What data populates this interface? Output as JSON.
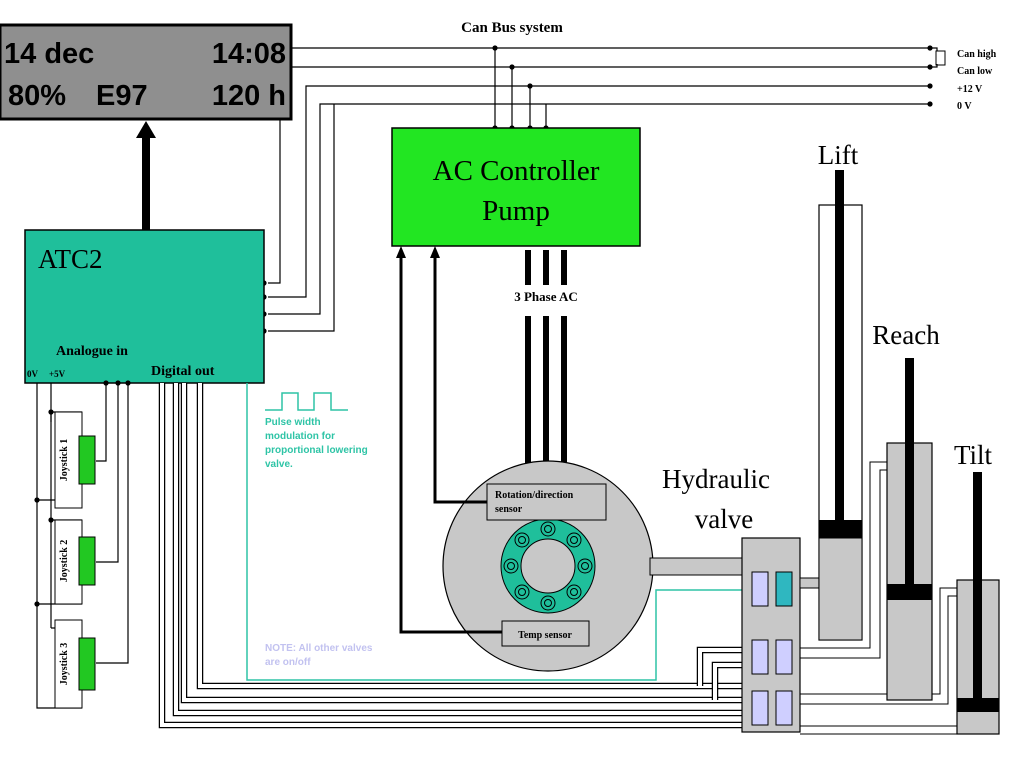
{
  "diagram": {
    "title": "Can Bus system",
    "display": {
      "date": "14 dec",
      "time": "14:08",
      "charge": "80%",
      "code": "E97",
      "hours": "120 h"
    },
    "bus_lines": [
      "Can high",
      "Can low",
      "+12 V",
      "0 V"
    ],
    "atc2": {
      "label": "ATC2",
      "analogue_in": "Analogue in",
      "digital_out": "Digital out",
      "zero_v": "0V",
      "plus_5v": "+5V"
    },
    "ac_controller": {
      "line1": "AC Controller",
      "line2": "Pump"
    },
    "three_phase": "3 Phase AC",
    "joysticks": [
      "Joystick 1",
      "Joystick 2",
      "Joystick 3"
    ],
    "pwm_note": [
      "Pulse width",
      "modulation for",
      "proportional lowering",
      "valve."
    ],
    "onoff_note": [
      "NOTE: All other valves",
      "are on/off"
    ],
    "motor": {
      "rotation_sensor": [
        "Rotation/direction",
        "sensor"
      ],
      "temp_sensor": "Temp sensor"
    },
    "hydraulic_valve": [
      "Hydraulic",
      "valve"
    ],
    "cylinders": {
      "lift": "Lift",
      "reach": "Reach",
      "tilt": "Tilt"
    },
    "colors": {
      "atc2": "#1fbf9b",
      "controller": "#22e622",
      "joystick": "#22c822",
      "display_bg": "#8f8f8f",
      "valve_body": "#c8c8c8",
      "valve_slot": "#cfcfff",
      "pwm_slot": "#2fb7c0",
      "pwm_line": "#2ec4a6",
      "note": "#c2c2f0"
    }
  }
}
